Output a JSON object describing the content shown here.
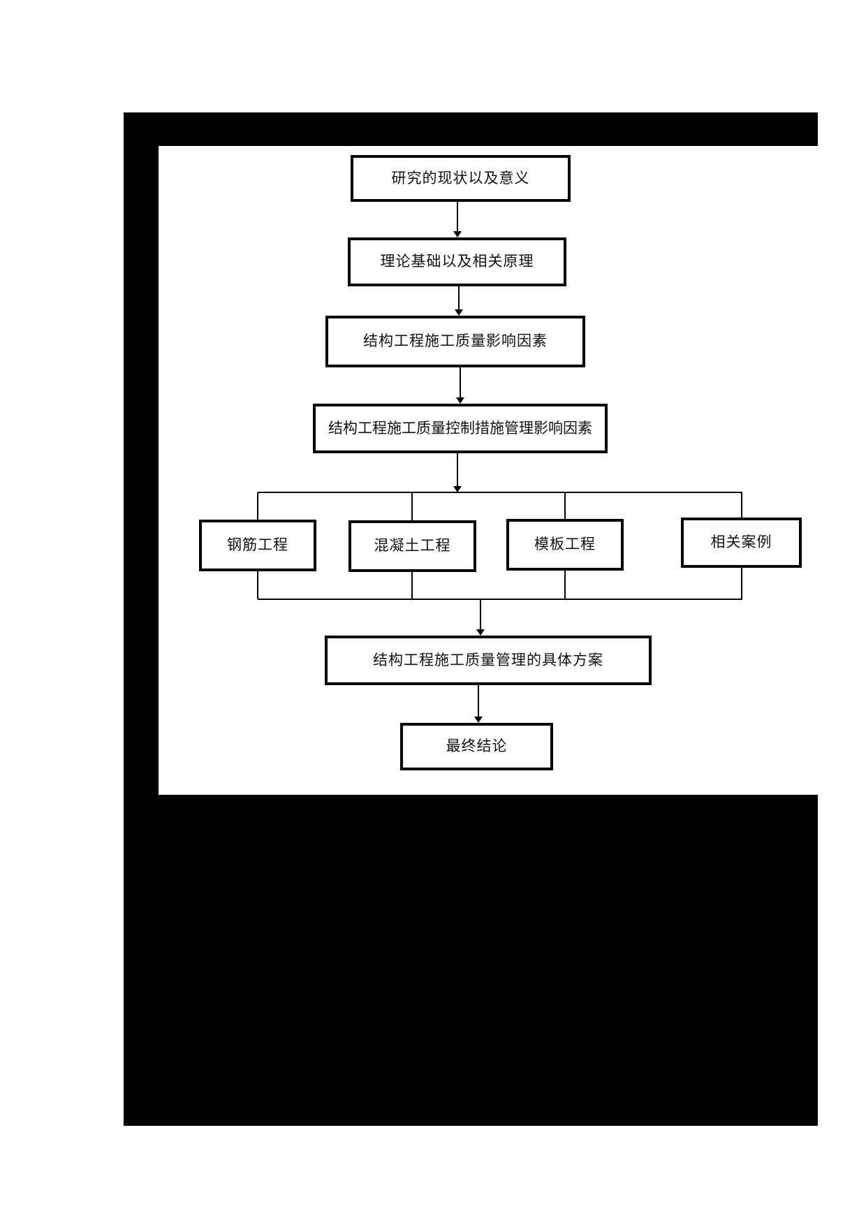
{
  "page": {
    "background_color": "#ffffff",
    "redaction_color": "#000000",
    "line_color": "#000000"
  },
  "flowchart": {
    "nodes": [
      {
        "id": "research-status",
        "label": "研究的现状以及意义"
      },
      {
        "id": "theory-basis",
        "label": "理论基础以及相关原理"
      },
      {
        "id": "quality-factors",
        "label": "结构工程施工质量影响因素"
      },
      {
        "id": "control-measures",
        "label": "结构工程施工质量控制措施管理影响因素"
      },
      {
        "id": "rebar-work",
        "label": "钢筋工程"
      },
      {
        "id": "concrete-work",
        "label": "混凝土工程"
      },
      {
        "id": "formwork-work",
        "label": "模板工程"
      },
      {
        "id": "related-cases",
        "label": "相关案例"
      },
      {
        "id": "specific-plan",
        "label": "结构工程施工质量管理的具体方案"
      },
      {
        "id": "final-conclusion",
        "label": "最终结论"
      }
    ],
    "edges": [
      {
        "from": "research-status",
        "to": "theory-basis"
      },
      {
        "from": "theory-basis",
        "to": "quality-factors"
      },
      {
        "from": "quality-factors",
        "to": "control-measures"
      },
      {
        "from": "control-measures",
        "to": "rebar-work"
      },
      {
        "from": "control-measures",
        "to": "concrete-work"
      },
      {
        "from": "control-measures",
        "to": "formwork-work"
      },
      {
        "from": "control-measures",
        "to": "related-cases"
      },
      {
        "from": "rebar-work",
        "to": "specific-plan"
      },
      {
        "from": "concrete-work",
        "to": "specific-plan"
      },
      {
        "from": "formwork-work",
        "to": "specific-plan"
      },
      {
        "from": "related-cases",
        "to": "specific-plan"
      },
      {
        "from": "specific-plan",
        "to": "final-conclusion"
      }
    ]
  }
}
